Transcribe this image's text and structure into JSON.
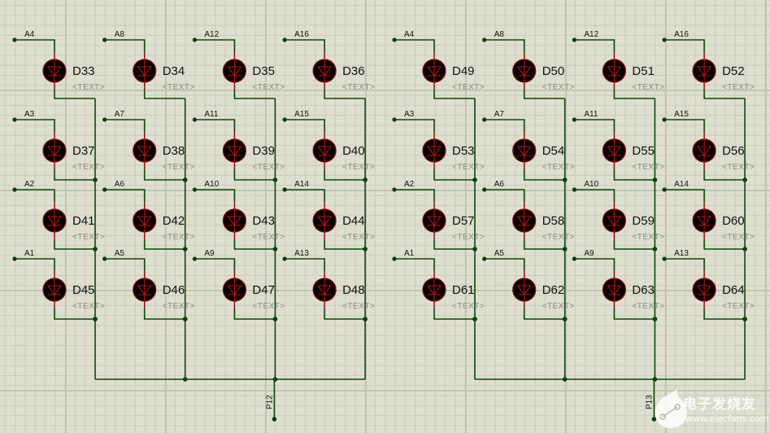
{
  "schematic": {
    "colors": {
      "background": "#dfdfd0",
      "wire": "#0b4a0b",
      "junction": "#0b3d0b",
      "led_lead": "#8a0d0d",
      "led_body": "#060000",
      "placeholder_text": "#8c8c84"
    },
    "placeholder_label": "<TEXT>",
    "matrices": [
      {
        "port": "P12",
        "rows": [
          [
            {
              "ref": "D33",
              "net": "A4"
            },
            {
              "ref": "D34",
              "net": "A8"
            },
            {
              "ref": "D35",
              "net": "A12"
            },
            {
              "ref": "D36",
              "net": "A16"
            }
          ],
          [
            {
              "ref": "D37",
              "net": "A3"
            },
            {
              "ref": "D38",
              "net": "A7"
            },
            {
              "ref": "D39",
              "net": "A11"
            },
            {
              "ref": "D40",
              "net": "A15"
            }
          ],
          [
            {
              "ref": "D41",
              "net": "A2"
            },
            {
              "ref": "D42",
              "net": "A6"
            },
            {
              "ref": "D43",
              "net": "A10"
            },
            {
              "ref": "D44",
              "net": "A14"
            }
          ],
          [
            {
              "ref": "D45",
              "net": "A1"
            },
            {
              "ref": "D46",
              "net": "A5"
            },
            {
              "ref": "D47",
              "net": "A9"
            },
            {
              "ref": "D48",
              "net": "A13"
            }
          ]
        ]
      },
      {
        "port": "P13",
        "rows": [
          [
            {
              "ref": "D49",
              "net": "A4"
            },
            {
              "ref": "D50",
              "net": "A8"
            },
            {
              "ref": "D51",
              "net": "A12"
            },
            {
              "ref": "D52",
              "net": "A16"
            }
          ],
          [
            {
              "ref": "D53",
              "net": "A3"
            },
            {
              "ref": "D54",
              "net": "A7"
            },
            {
              "ref": "D55",
              "net": "A11"
            },
            {
              "ref": "D56",
              "net": "A15"
            }
          ],
          [
            {
              "ref": "D57",
              "net": "A2"
            },
            {
              "ref": "D58",
              "net": "A6"
            },
            {
              "ref": "D59",
              "net": "A10"
            },
            {
              "ref": "D60",
              "net": "A14"
            }
          ],
          [
            {
              "ref": "D61",
              "net": "A1"
            },
            {
              "ref": "D62",
              "net": "A5"
            },
            {
              "ref": "D63",
              "net": "A9"
            },
            {
              "ref": "D64",
              "net": "A13"
            }
          ]
        ]
      }
    ]
  },
  "watermark": {
    "name": "电子发烧友",
    "url": "www.elecfans.com"
  }
}
